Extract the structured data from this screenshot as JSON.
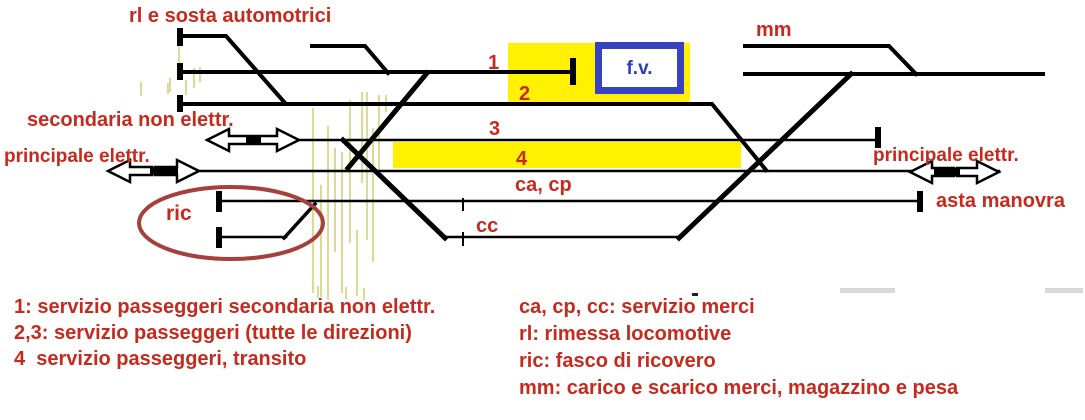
{
  "colors": {
    "red_text": "#c62a1e",
    "ellipse_red": "#a5403d",
    "platform_yellow": "#fff100",
    "fv_blue": "#3743c3",
    "hatch_khaki": "#d2d27a",
    "track_black": "#000000"
  },
  "station": {
    "top_label": "rl e sosta automotrici",
    "mm_label": "mm",
    "secondaria_label": "secondaria non elettr.",
    "principale_left_label": "principale elettr.",
    "principale_right_label": "principale elettr.",
    "asta_label": "asta manovra",
    "ric_label": "ric",
    "fv_label": "f.v.",
    "track_numbers": {
      "t1": "1",
      "t2": "2",
      "t3": "3",
      "t4": "4",
      "ca_cp": "ca, cp",
      "cc": "cc"
    }
  },
  "legend": {
    "left": [
      "1: servizio passeggeri secondaria non elettr.",
      "2,3: servizio passeggeri (tutte le direzioni)",
      "4  servizio passeggeri, transito"
    ],
    "right": [
      "ca, cp, cc: servizio merci",
      "rl: rimessa locomotive",
      "ric: fasco di ricovero",
      "mm: carico e scarico merci, magazzino e pesa"
    ]
  }
}
